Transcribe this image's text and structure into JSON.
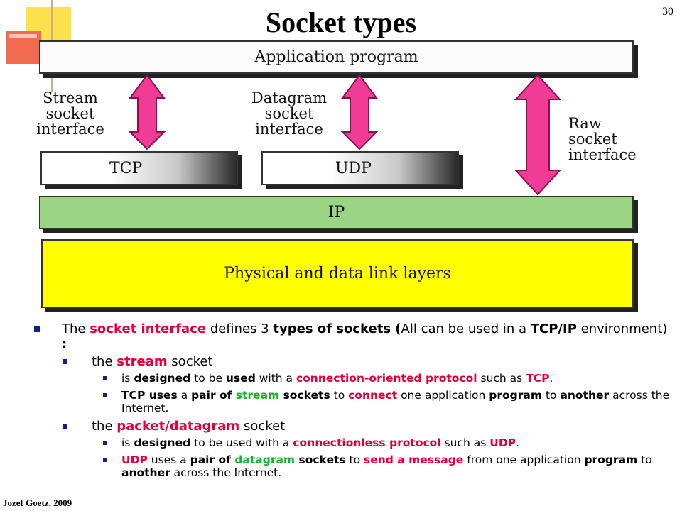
{
  "slide": {
    "title": "Socket types",
    "page_number": "30",
    "author": "Jozef Goetz, 2009"
  },
  "diagram": {
    "application": "Application program",
    "stream_interface": [
      "Stream",
      "socket",
      "interface"
    ],
    "datagram_interface": [
      "Datagram",
      "socket",
      "interface"
    ],
    "raw_interface": [
      "Raw",
      "socket",
      "interface"
    ],
    "tcp": "TCP",
    "udp": "UDP",
    "ip": "IP",
    "physical": "Physical and data link layers",
    "colors": {
      "arrow": "#f03c96",
      "ip_layer": "#9ad585",
      "physical_layer": "#ffff00",
      "accent_red": "#e3003a",
      "accent_green": "#19b233",
      "bullet": "#0e1f8f"
    }
  },
  "bullets": {
    "b1": {
      "t1": "The ",
      "t2": "socket interface",
      "t3": " defines 3 ",
      "t4": "types of sockets (",
      "t5": "All can be used in a ",
      "t6": "TCP/IP",
      "t7": " environment) ",
      "t8": ":"
    },
    "b2": {
      "t1": "the ",
      "t2": "stream",
      "t3": " socket"
    },
    "b3": {
      "t1": "is ",
      "t2": "designed",
      "t3": " to be ",
      "t4": "used",
      "t5": " with a ",
      "t6": "connection-oriented protocol",
      "t7": " such as ",
      "t8": "TCP",
      "t9": "."
    },
    "b4": {
      "t1": "TCP uses",
      "t2": " a ",
      "t3": "pair of ",
      "t4": "stream",
      "t5": " sockets",
      "t6": " to ",
      "t7": "connect",
      "t8": " one application ",
      "t9": "program",
      "t10": " to ",
      "t11": "another",
      "t12": " across the Internet."
    },
    "b5": {
      "t1": "the ",
      "t2": "packet/datagram",
      "t3": " socket"
    },
    "b6": {
      "t1": "is ",
      "t2": "designed",
      "t3": " to be used with a ",
      "t4": "connectionless protocol",
      "t5": " such as ",
      "t6": "UDP",
      "t7": "."
    },
    "b7": {
      "t1": "UDP",
      "t2": " uses a ",
      "t3": "pair of ",
      "t4": "datagram",
      "t5": " sockets",
      "t6": " to ",
      "t7": "send a message",
      "t8": " from one application ",
      "t9": "program",
      "t10": " to ",
      "t11": "another",
      "t12": " across the Internet."
    }
  }
}
